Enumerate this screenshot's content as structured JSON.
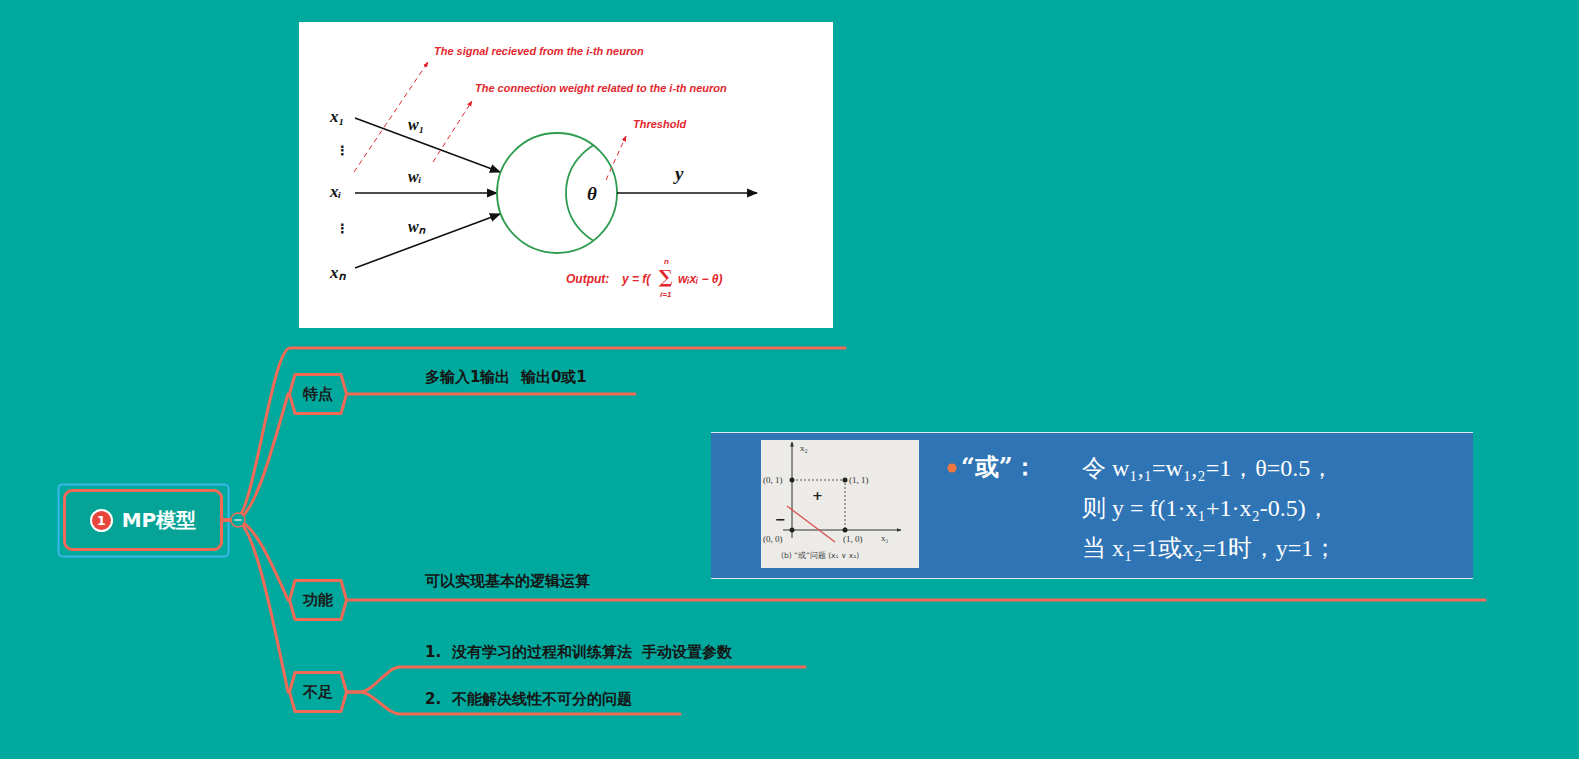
{
  "diagram": {
    "nodes": [
      {
        "text": [
          "1",
          "MP模型"
        ]
      },
      {
        "text": [
          "The signal recieved from the i-th neuron",
          "The connection weight related to the i-th neuron",
          "Threshold",
          "x₁",
          "⋮",
          "xᵢ",
          "⋮",
          "xₙ",
          "w₁",
          "wᵢ",
          "wₙ",
          "θ",
          "y",
          "Output:",
          "y = f(",
          "∑",
          "n",
          "i=1",
          "wᵢxᵢ − θ)"
        ]
      },
      {
        "text": [
          "特点"
        ]
      },
      {
        "text": [
          "多输入1输出  输出0或1"
        ]
      },
      {
        "text": [
          "功能"
        ]
      },
      {
        "text": [
          "可以实现基本的逻辑运算"
        ]
      },
      {
        "text": [
          "x₂",
          "(0, 1)",
          "(1, 1)",
          "+",
          "−",
          "(0, 0)",
          "(1, 0)",
          "x₁",
          "(b) “或”问题 (x₁ ∨ x₂)",
          "“或”：",
          "令 w₁,₁=w₁,₂=1，θ=0.5，",
          "则 y = f(1·x₁+1·x₂-0.5)，",
          "当 x₁=1或x₂=1时，y=1；"
        ],
        "in": 5
      },
      {
        "text": [
          "不足"
        ]
      },
      {
        "text": [
          "1.  没有学习的过程和训练算法  手动设置参数"
        ]
      },
      {
        "text": [
          "2.  不能解决线性不可分的问题"
        ]
      }
    ],
    "edges": [
      {
        "from": 0,
        "to": 1,
        "arrow": "none"
      },
      {
        "from": 0,
        "to": 2,
        "arrow": "none"
      },
      {
        "from": 2,
        "to": 3,
        "arrow": "none"
      },
      {
        "from": 0,
        "to": 4,
        "arrow": "none"
      },
      {
        "from": 4,
        "to": 5,
        "arrow": "none"
      },
      {
        "from": 0,
        "to": 7,
        "arrow": "none"
      },
      {
        "from": 7,
        "to": 8,
        "arrow": "none"
      },
      {
        "from": 7,
        "to": 9,
        "arrow": "none"
      }
    ]
  }
}
